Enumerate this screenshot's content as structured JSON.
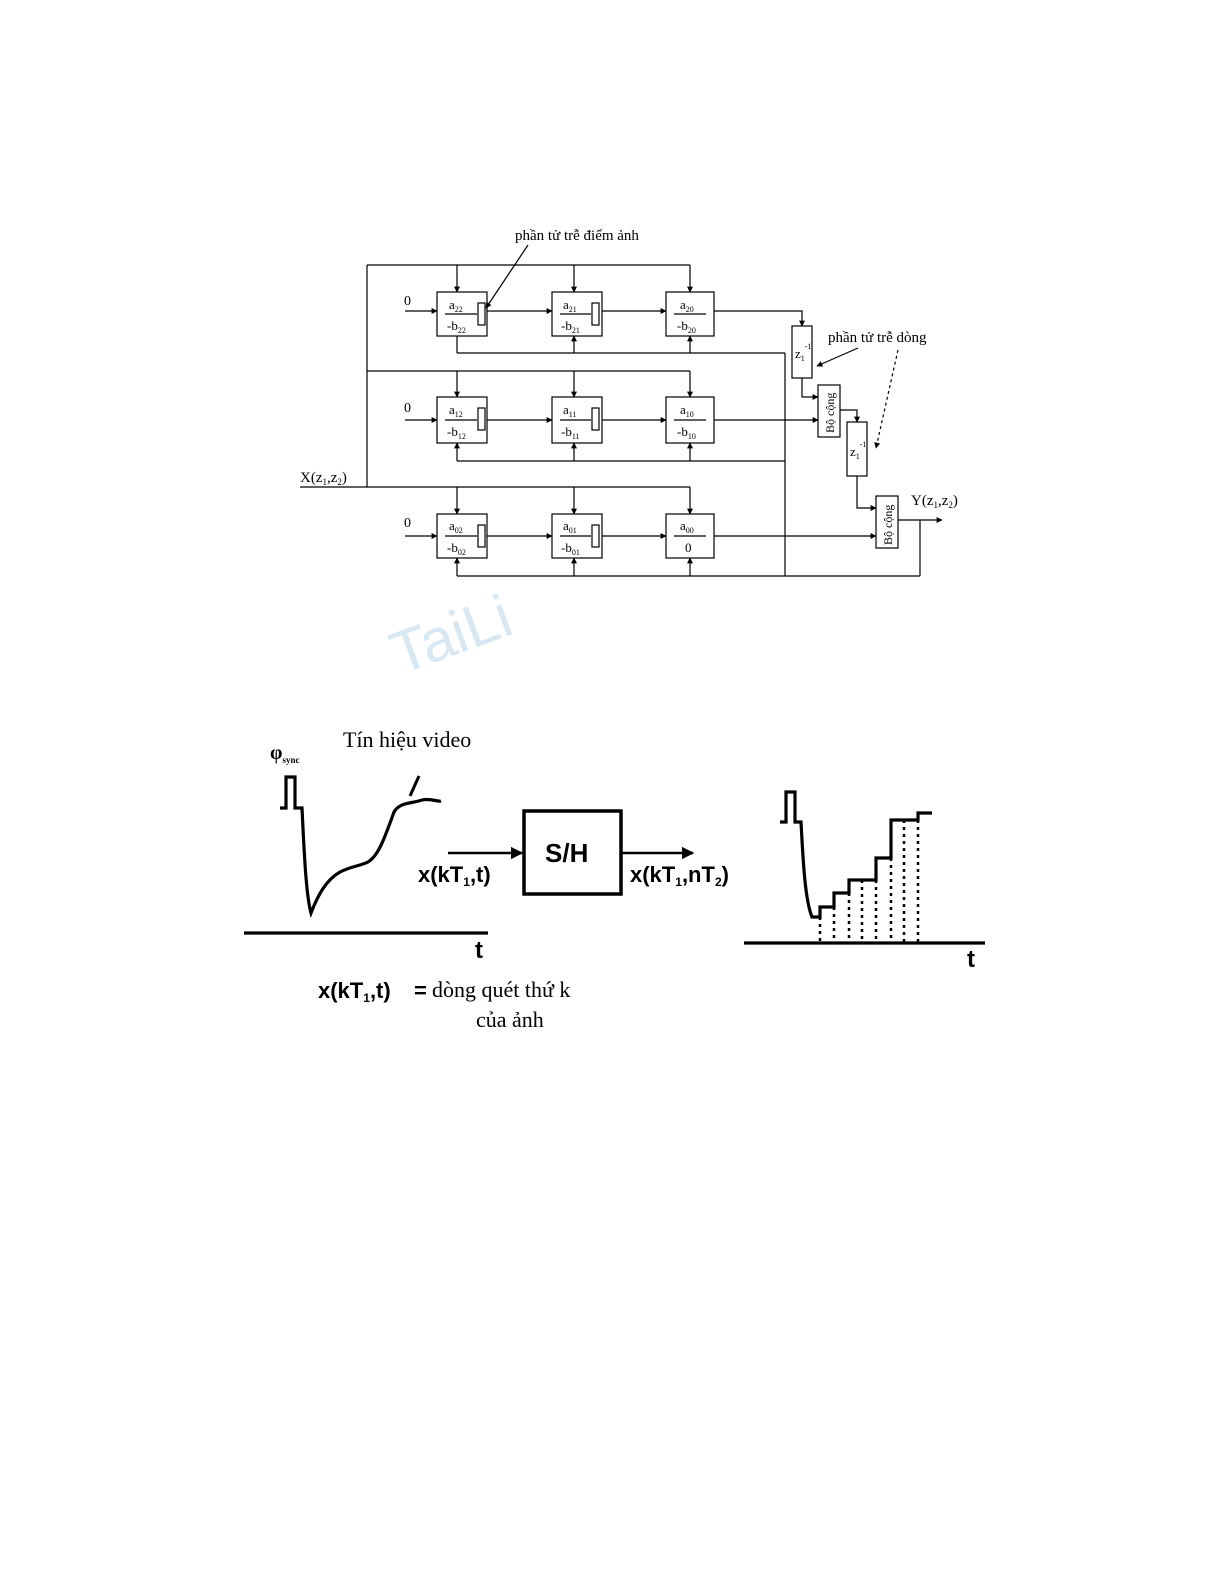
{
  "filter_diagram": {
    "pixel_delay_label": "phần tử trễ điểm ảnh",
    "line_delay_label": "phần tử trễ dòng",
    "input_label": "X(z",
    "output_label": "Y(z",
    "zero_label": "0",
    "adder_label": "Bộ cộng",
    "z_inverse": "z",
    "z_sub": "1",
    "z_sup": "-1",
    "blocks": [
      {
        "a": "a",
        "a_sub": "22",
        "b": "-b",
        "b_sub": "22"
      },
      {
        "a": "a",
        "a_sub": "21",
        "b": "-b",
        "b_sub": "21"
      },
      {
        "a": "a",
        "a_sub": "20",
        "b": "-b",
        "b_sub": "20"
      },
      {
        "a": "a",
        "a_sub": "12",
        "b": "-b",
        "b_sub": "12"
      },
      {
        "a": "a",
        "a_sub": "11",
        "b": "-b",
        "b_sub": "11"
      },
      {
        "a": "a",
        "a_sub": "10",
        "b": "-b",
        "b_sub": "10"
      },
      {
        "a": "a",
        "a_sub": "02",
        "b": "-b",
        "b_sub": "02"
      },
      {
        "a": "a",
        "a_sub": "01",
        "b": "-b",
        "b_sub": "01"
      },
      {
        "a": "a",
        "a_sub": "00",
        "b": "0",
        "b_sub": ""
      }
    ]
  },
  "sampling_diagram": {
    "video_signal_label": "Tín hiệu video",
    "sync_label": "φ",
    "sync_sub": "sync",
    "sh_block": "S/H",
    "input_signal": "x(kT",
    "input_signal_tail": ",t)",
    "output_signal": "x(kT",
    "output_signal_tail": ",nT",
    "axis_t": "t",
    "definition_lhs": "x(kT",
    "definition_lhs_tail": ",t)",
    "definition_eq": "=",
    "definition_rhs_1": "dòng quét thứ k",
    "definition_rhs_2": "của ảnh"
  },
  "watermark": "TaiLi"
}
